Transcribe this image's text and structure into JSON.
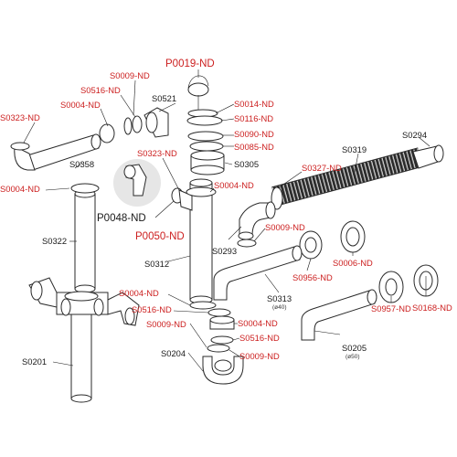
{
  "colors": {
    "red_label": "#cc1f1f",
    "black_label": "#1a1a1a",
    "line": "#2a2a2a"
  },
  "labels": {
    "P0019": "P0019-ND",
    "S0009_a": "S0009-ND",
    "S0516_a": "S0516-ND",
    "S0521": "S0521",
    "S0004_a": "S0004-ND",
    "S0323_a": "S0323-ND",
    "S0014": "S0014-ND",
    "S0116": "S0116-ND",
    "S0090": "S0090-ND",
    "S0085": "S0085-ND",
    "S0305": "S0305",
    "S0319": "S0319",
    "S0294": "S0294",
    "S0323_b": "S0323-ND",
    "S0358": "S0358",
    "S0327": "S0327-ND",
    "S0004_b": "S0004-ND",
    "S0004_c": "S0004-ND",
    "P0048": "P0048-ND",
    "P0050": "P0050-ND",
    "S0009_b": "S0009-ND",
    "S0322": "S0322",
    "S0293": "S0293",
    "S0006": "S0006-ND",
    "S0956": "S0956-ND",
    "S0312": "S0312",
    "S0313": "S0313",
    "S0313_sub": "(ø40)",
    "S0004_d": "S0004-ND",
    "S0516_b": "S0516-ND",
    "S0004_e": "S0004-ND",
    "S0516_c": "S0516-ND",
    "S0957": "S0957-ND",
    "S0168": "S0168-ND",
    "S0009_c": "S0009-ND",
    "S0009_d": "S0009-ND",
    "S0205": "S0205",
    "S0205_sub": "(ø50)",
    "S0201": "S0201",
    "S0204": "S0204"
  }
}
